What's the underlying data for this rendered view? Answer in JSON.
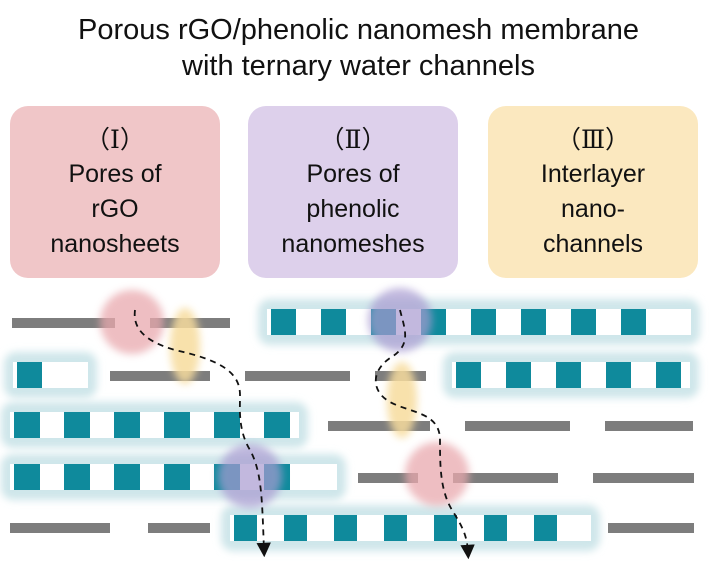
{
  "title": {
    "line1": "Porous rGO/phenolic nanomesh membrane",
    "line2": "with ternary water channels"
  },
  "boxes": [
    {
      "numeral": "（Ⅰ）",
      "lines": [
        "Pores of",
        "rGO",
        "nanosheets"
      ],
      "color": "#f0c6c8"
    },
    {
      "numeral": "（Ⅱ）",
      "lines": [
        "Pores of",
        "phenolic",
        "nanomeshes"
      ],
      "color": "#ddd0eb"
    },
    {
      "numeral": "（Ⅲ）",
      "lines": [
        "Interlayer",
        "nano-",
        "channels"
      ],
      "color": "#fbe8bf"
    }
  ],
  "colors": {
    "rgo_sheet": "#7d7d7d",
    "nanomesh_block": "#0f8a9c",
    "nanomesh_glow": "#cfe6ea",
    "rgo_pore_marker": "#e9a9ae",
    "nanomesh_pore_marker": "#a99bd1",
    "interlayer_marker": "#f7dc9d",
    "water_path": "#111111"
  }
}
